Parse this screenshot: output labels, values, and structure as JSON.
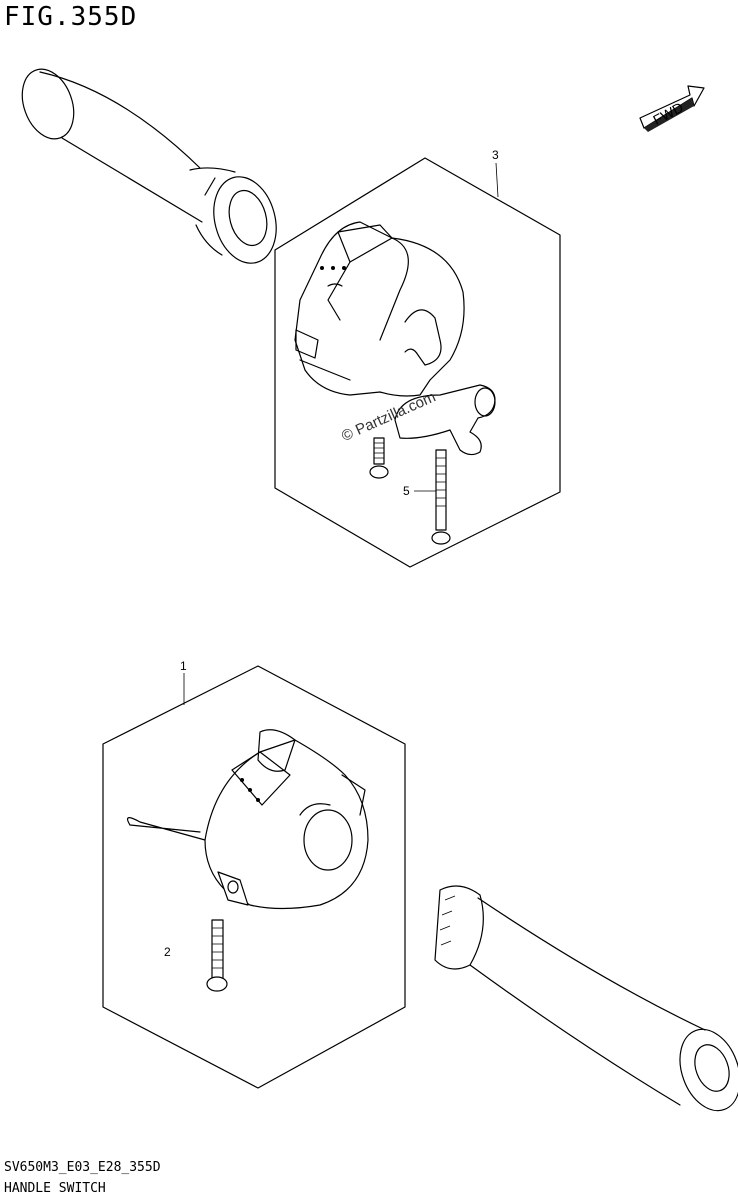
{
  "figure": {
    "title": "FIG.355D",
    "code": "SV650M3_E03_E28_355D",
    "caption": "HANDLE SWITCH"
  },
  "fwd_label": "FWD",
  "watermark": "© Partzilla.com",
  "callouts": [
    {
      "id": "1"
    },
    {
      "id": "2"
    },
    {
      "id": "3"
    },
    {
      "id": "5"
    }
  ]
}
